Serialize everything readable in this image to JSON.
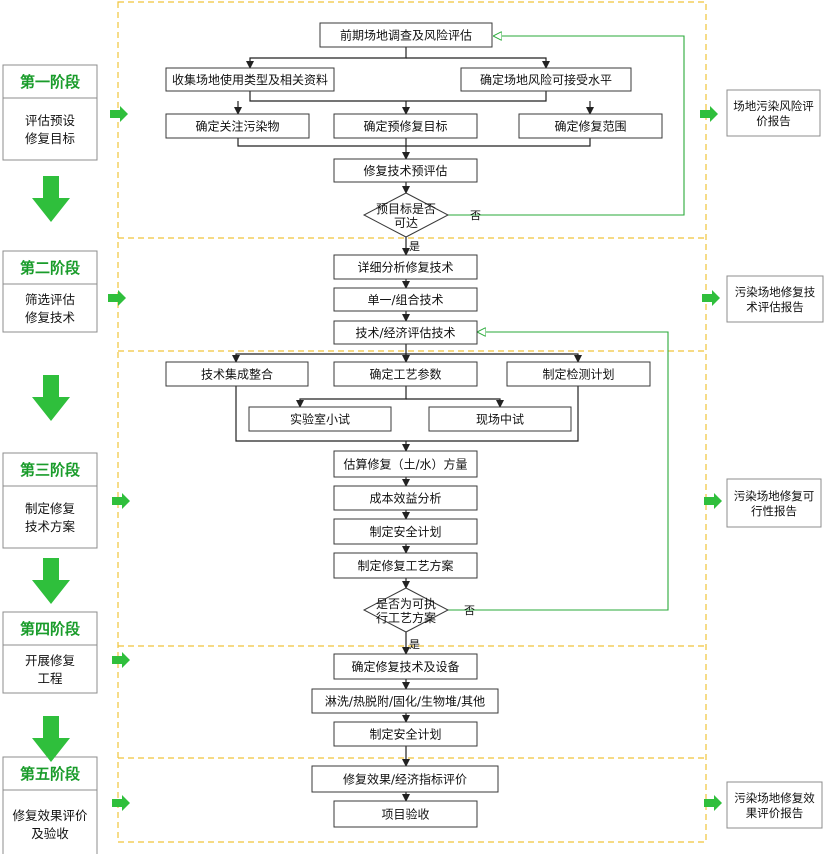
{
  "stages": [
    {
      "title": "第一阶段",
      "desc": [
        "评估预设",
        "修复目标"
      ]
    },
    {
      "title": "第二阶段",
      "desc": [
        "筛选评估",
        "修复技术"
      ]
    },
    {
      "title": "第三阶段",
      "desc": [
        "制定修复",
        "技术方案"
      ]
    },
    {
      "title": "第四阶段",
      "desc": [
        "开展修复",
        "工程"
      ]
    },
    {
      "title": "第五阶段",
      "desc": [
        "修复效果评价",
        "及验收"
      ]
    }
  ],
  "reports": [
    [
      "场地污染风险评",
      "价报告"
    ],
    [
      "污染场地修复技",
      "术评估报告"
    ],
    [
      "污染场地修复可",
      "行性报告"
    ],
    [
      "污染场地修复效",
      "果评价报告"
    ]
  ],
  "boxes": {
    "s1_survey": "前期场地调查及风险评估",
    "s1_collect": "收集场地使用类型及相关资料",
    "s1_risk": "确定场地风险可接受水平",
    "s1_pollutant": "确定关注污染物",
    "s1_target": "确定预修复目标",
    "s1_scope": "确定修复范围",
    "s1_pre_eval": "修复技术预评估",
    "s2_detail": "详细分析修复技术",
    "s2_single": "单一/组合技术",
    "s2_tech_econ": "技术/经济评估技术",
    "s3_integrate": "技术集成整合",
    "s3_params": "确定工艺参数",
    "s3_monitor": "制定检测计划",
    "s3_lab": "实验室小试",
    "s3_field": "现场中试",
    "s3_estimate": "估算修复（土/水）方量",
    "s3_cost": "成本效益分析",
    "s3_safety": "制定安全计划",
    "s3_process": "制定修复工艺方案",
    "s4_equip": "确定修复技术及设备",
    "s4_methods": "淋洗/热脱附/固化/生物堆/其他",
    "s4_safety": "制定安全计划",
    "s5_eval": "修复效果/经济指标评价",
    "s5_accept": "项目验收"
  },
  "decisions": {
    "d1": [
      "预目标是否",
      "可达"
    ],
    "d2": [
      "是否为可执",
      "行工艺方案"
    ]
  },
  "labels": {
    "yes": "是",
    "no": "否"
  },
  "colors": {
    "green": "#1a9c2b",
    "arrow_green": "#2fbf3c",
    "dash_yellow": "#f0c43a",
    "feedback_green": "#2aaa3a"
  }
}
